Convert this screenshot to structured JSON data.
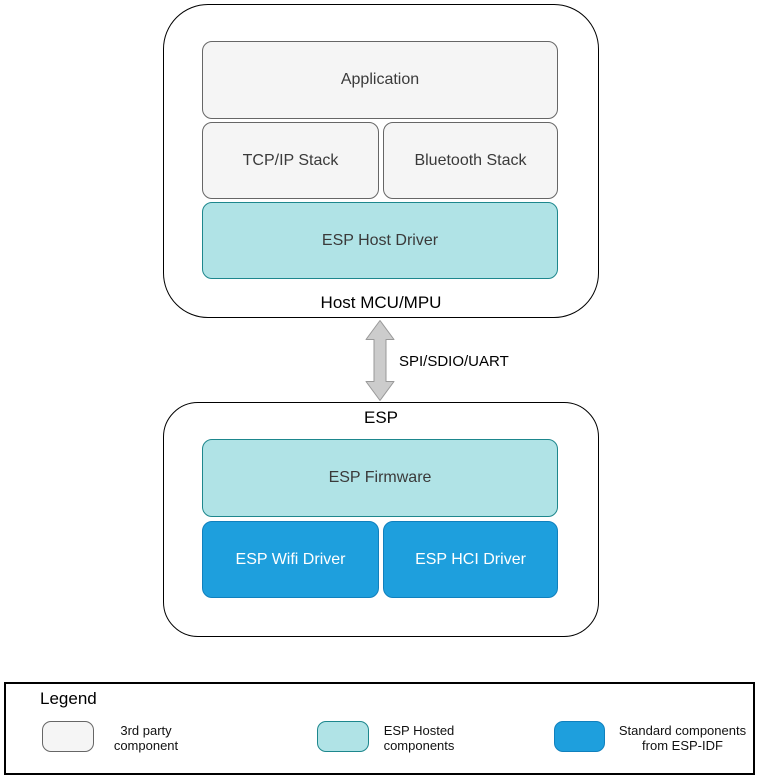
{
  "colors": {
    "third_party_fill": "#f5f5f5",
    "third_party_stroke": "#666666",
    "hosted_fill": "#b0e3e6",
    "hosted_stroke": "#1d878d",
    "idf_fill": "#1e9fdd",
    "idf_stroke": "#1080bd",
    "arrow_fill": "#cccccc",
    "arrow_stroke": "#999999"
  },
  "host_group": {
    "label": "Host MCU/MPU",
    "boxes": {
      "application": "Application",
      "tcpip": "TCP/IP Stack",
      "bluetooth": "Bluetooth Stack",
      "esp_host_driver": "ESP Host Driver"
    }
  },
  "link": {
    "label": "SPI/SDIO/UART"
  },
  "esp_group": {
    "label": "ESP",
    "boxes": {
      "firmware": "ESP Firmware",
      "wifi_driver": "ESP Wifi Driver",
      "hci_driver": "ESP HCI Driver"
    }
  },
  "legend": {
    "title": "Legend",
    "items": [
      {
        "line1": "3rd party",
        "line2": "component",
        "swatch": "third-party-component"
      },
      {
        "line1": "ESP Hosted",
        "line2": "components",
        "swatch": "esp-hosted-components"
      },
      {
        "line1": "Standard components",
        "line2": "from ESP-IDF",
        "swatch": "standard-esp-idf-components"
      }
    ]
  }
}
